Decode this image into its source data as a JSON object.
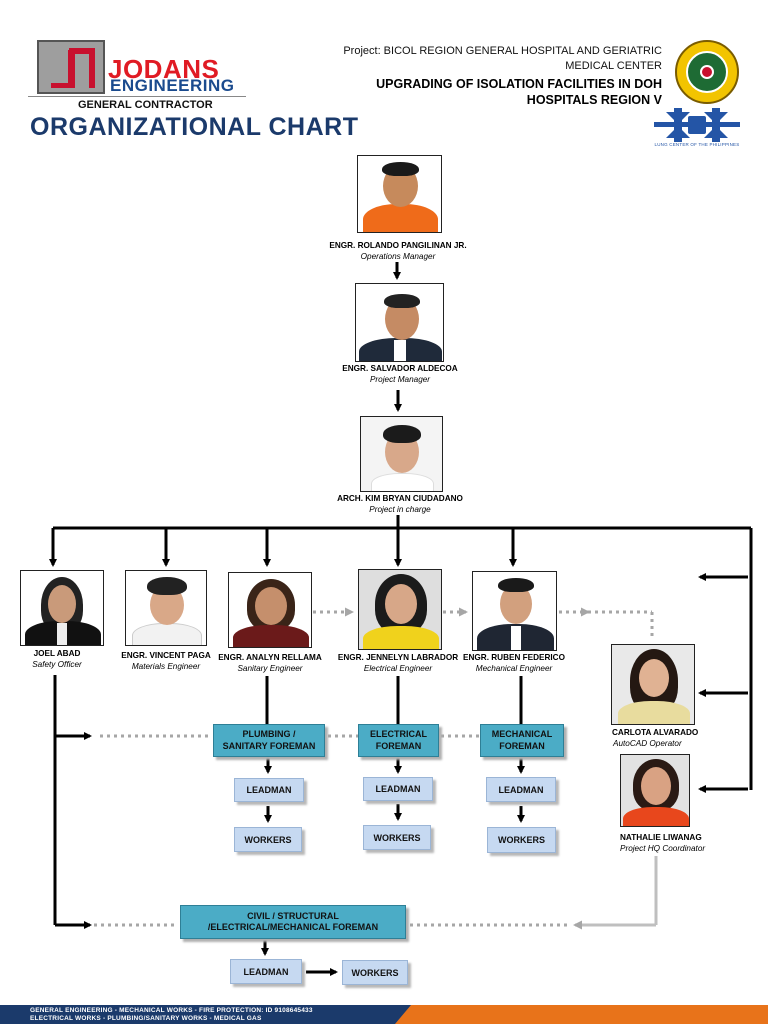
{
  "header": {
    "brand_line1": "JODANS",
    "brand_line2": "ENGINEERING",
    "subtitle": "GENERAL CONTRACTOR",
    "title": "ORGANIZATIONAL CHART",
    "project_line1": "Project: BICOL REGION GENERAL HOSPITAL AND GERIATRIC",
    "project_line2": "MEDICAL CENTER",
    "project_line3": "UPGRADING OF ISOLATION FACILITIES IN DOH",
    "project_line4": "HOSPITALS REGION V",
    "lcp_caption": "LUNG CENTER OF THE PHILIPPINES"
  },
  "people": {
    "ops": {
      "name": "ENGR. ROLANDO PANGILINAN JR.",
      "role": "Operations Manager"
    },
    "pm": {
      "name": "ENGR. SALVADOR ALDECOA",
      "role": "Project Manager"
    },
    "pic": {
      "name": "ARCH. KIM BRYAN CIUDADANO",
      "role": "Project in charge"
    },
    "safety": {
      "name": "JOEL ABAD",
      "role": "Safety Officer"
    },
    "materials": {
      "name": "ENGR. VINCENT PAGA",
      "role": "Materials Engineer"
    },
    "sanitary": {
      "name": "ENGR. ANALYN RELLAMA",
      "role": "Sanitary Engineer"
    },
    "electrical": {
      "name": "ENGR. JENNELYN LABRADOR",
      "role": "Electrical Engineer"
    },
    "mechanical": {
      "name": "ENGR. RUBEN FEDERICO",
      "role": "Mechanical Engineer"
    },
    "autocad": {
      "name": "CARLOTA ALVARADO",
      "role": "AutoCAD Operator"
    },
    "hq": {
      "name": "NATHALIE LIWANAG",
      "role": "Project HQ Coordinator"
    }
  },
  "foremen": {
    "plumbing": "PLUMBING / SANITARY FOREMAN",
    "electrical": "ELECTRICAL FOREMAN",
    "mechanical": "MECHANICAL FOREMAN",
    "civil": "CIVIL / STRUCTURAL /ELECTRICAL/MECHANICAL FOREMAN"
  },
  "crew": {
    "leadman": "LEADMAN",
    "workers": "WORKERS"
  },
  "footer": {
    "line1": "GENERAL ENGINEERING - MECHANICAL WORKS - FIRE PROTECTION: ID 9108645433",
    "line2": "ELECTRICAL WORKS - PLUMBING/SANITARY WORKS - MEDICAL GAS"
  },
  "colors": {
    "title_navy": "#1b3a6b",
    "brand_red": "#e01b24",
    "foreman_teal": "#4bacc6",
    "crew_lightblue": "#c6d9f1",
    "footer_orange": "#e8731a"
  }
}
